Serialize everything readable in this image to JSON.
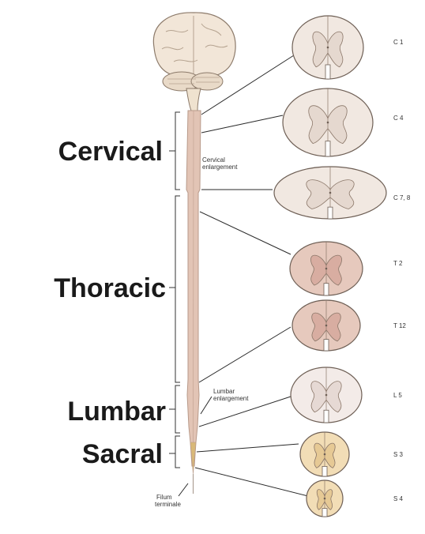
{
  "regions": {
    "cervical": "Cervical",
    "thoracic": "Thoracic",
    "lumbar": "Lumbar",
    "sacral": "Sacral"
  },
  "annotations": {
    "cervical_enlargement_line1": "Cervical",
    "cervical_enlargement_line2": "enlargement",
    "lumbar_enlargement_line1": "Lumbar",
    "lumbar_enlargement_line2": "enlargement",
    "filum_line1": "Filum",
    "filum_line2": "terminale"
  },
  "sections": [
    {
      "label": "C 1",
      "tissue": "#f1e8e1",
      "matter": "#e5d8cf"
    },
    {
      "label": "C 4",
      "tissue": "#f1e8e1",
      "matter": "#e5d8cf"
    },
    {
      "label": "C 7, 8",
      "tissue": "#f1e8e1",
      "matter": "#e5d8cf"
    },
    {
      "label": "T 2",
      "tissue": "#e6c9bd",
      "matter": "#d8ada1"
    },
    {
      "label": "T 12",
      "tissue": "#e6c9bd",
      "matter": "#d8ada1"
    },
    {
      "label": "L 5",
      "tissue": "#f3ebe8",
      "matter": "#e6d9d4"
    },
    {
      "label": "S 3",
      "tissue": "#f2ddb6",
      "matter": "#e6c995"
    },
    {
      "label": "S 4",
      "tissue": "#f2ddb6",
      "matter": "#e6c995"
    }
  ],
  "colors": {
    "cord": "#e2c4b5",
    "cord_edge": "#b89a8a",
    "brain": "#f2e6d8",
    "brain_edge": "#8c7a6a",
    "filum": "#d9b978"
  }
}
